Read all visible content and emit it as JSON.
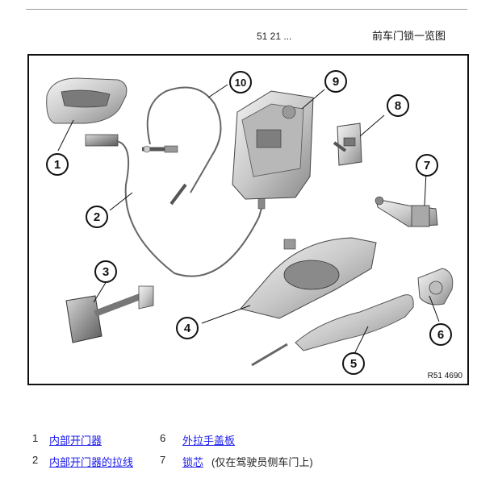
{
  "header": {
    "doc_code": "51 21 ...",
    "title": "前车门锁一览图"
  },
  "figure": {
    "ref": "R51 4690",
    "callouts": [
      "1",
      "2",
      "3",
      "4",
      "5",
      "6",
      "7",
      "8",
      "9",
      "10"
    ]
  },
  "legend": [
    {
      "num": "1",
      "label": "内部开门器"
    },
    {
      "num": "2",
      "label": "内部开门器的拉线"
    },
    {
      "num": "6",
      "label": "外拉手盖板"
    },
    {
      "num": "7",
      "label": "锁芯",
      "note": "(仅在驾驶员侧车门上)"
    }
  ]
}
